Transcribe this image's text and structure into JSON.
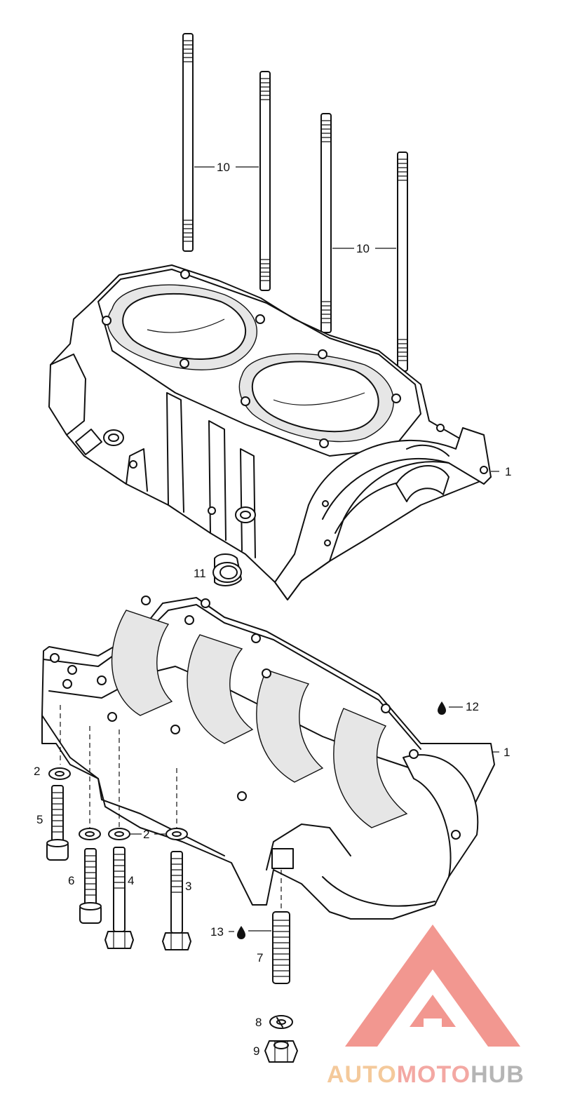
{
  "diagram": {
    "callouts": {
      "c1_top": "1",
      "c1_bottom": "1",
      "c2_left": "2",
      "c2_row": "2",
      "c3": "3",
      "c4": "4",
      "c5": "5",
      "c6": "6",
      "c7": "7",
      "c8": "8",
      "c9": "9",
      "c10_left": "10",
      "c10_right": "10",
      "c11": "11",
      "c12": "12",
      "c13": "13"
    }
  },
  "logo": {
    "part1": "AUTO",
    "part2": "MOTO",
    "part3": "HUB",
    "colors": {
      "auto": "#f3c08a",
      "moto": "#f29a93",
      "hub": "#a9a9a9",
      "mark": "#f0857d"
    }
  }
}
